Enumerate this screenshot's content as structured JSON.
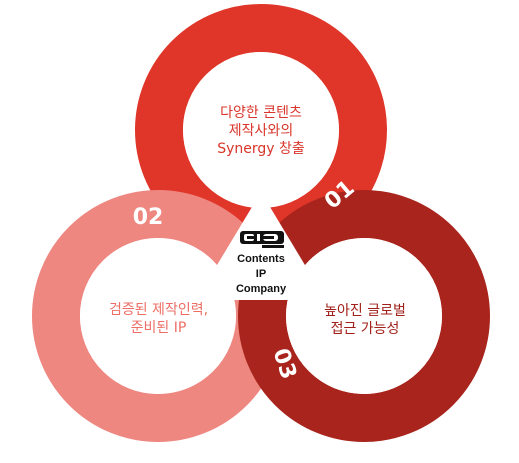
{
  "colors": {
    "ring_1": "#e0362a",
    "ring_2": "#ef8781",
    "ring_3": "#a8241c",
    "text_1": "#d9352a",
    "text_2": "#ee6e66",
    "text_3": "#a01f18",
    "number": "#ffffff"
  },
  "rings": [
    {
      "number": "01",
      "lines": [
        "다양한 콘텐츠",
        "제작사와의",
        "Synergy 창출"
      ]
    },
    {
      "number": "02",
      "lines": [
        "검증된 제작인력,",
        "준비된 IP"
      ]
    },
    {
      "number": "03",
      "lines": [
        "높아진 글로벌",
        "접근 가능성"
      ]
    }
  ],
  "center": {
    "logo_icon": "cid-logo-icon",
    "lines": [
      "Contents",
      "IP",
      "Company"
    ]
  }
}
